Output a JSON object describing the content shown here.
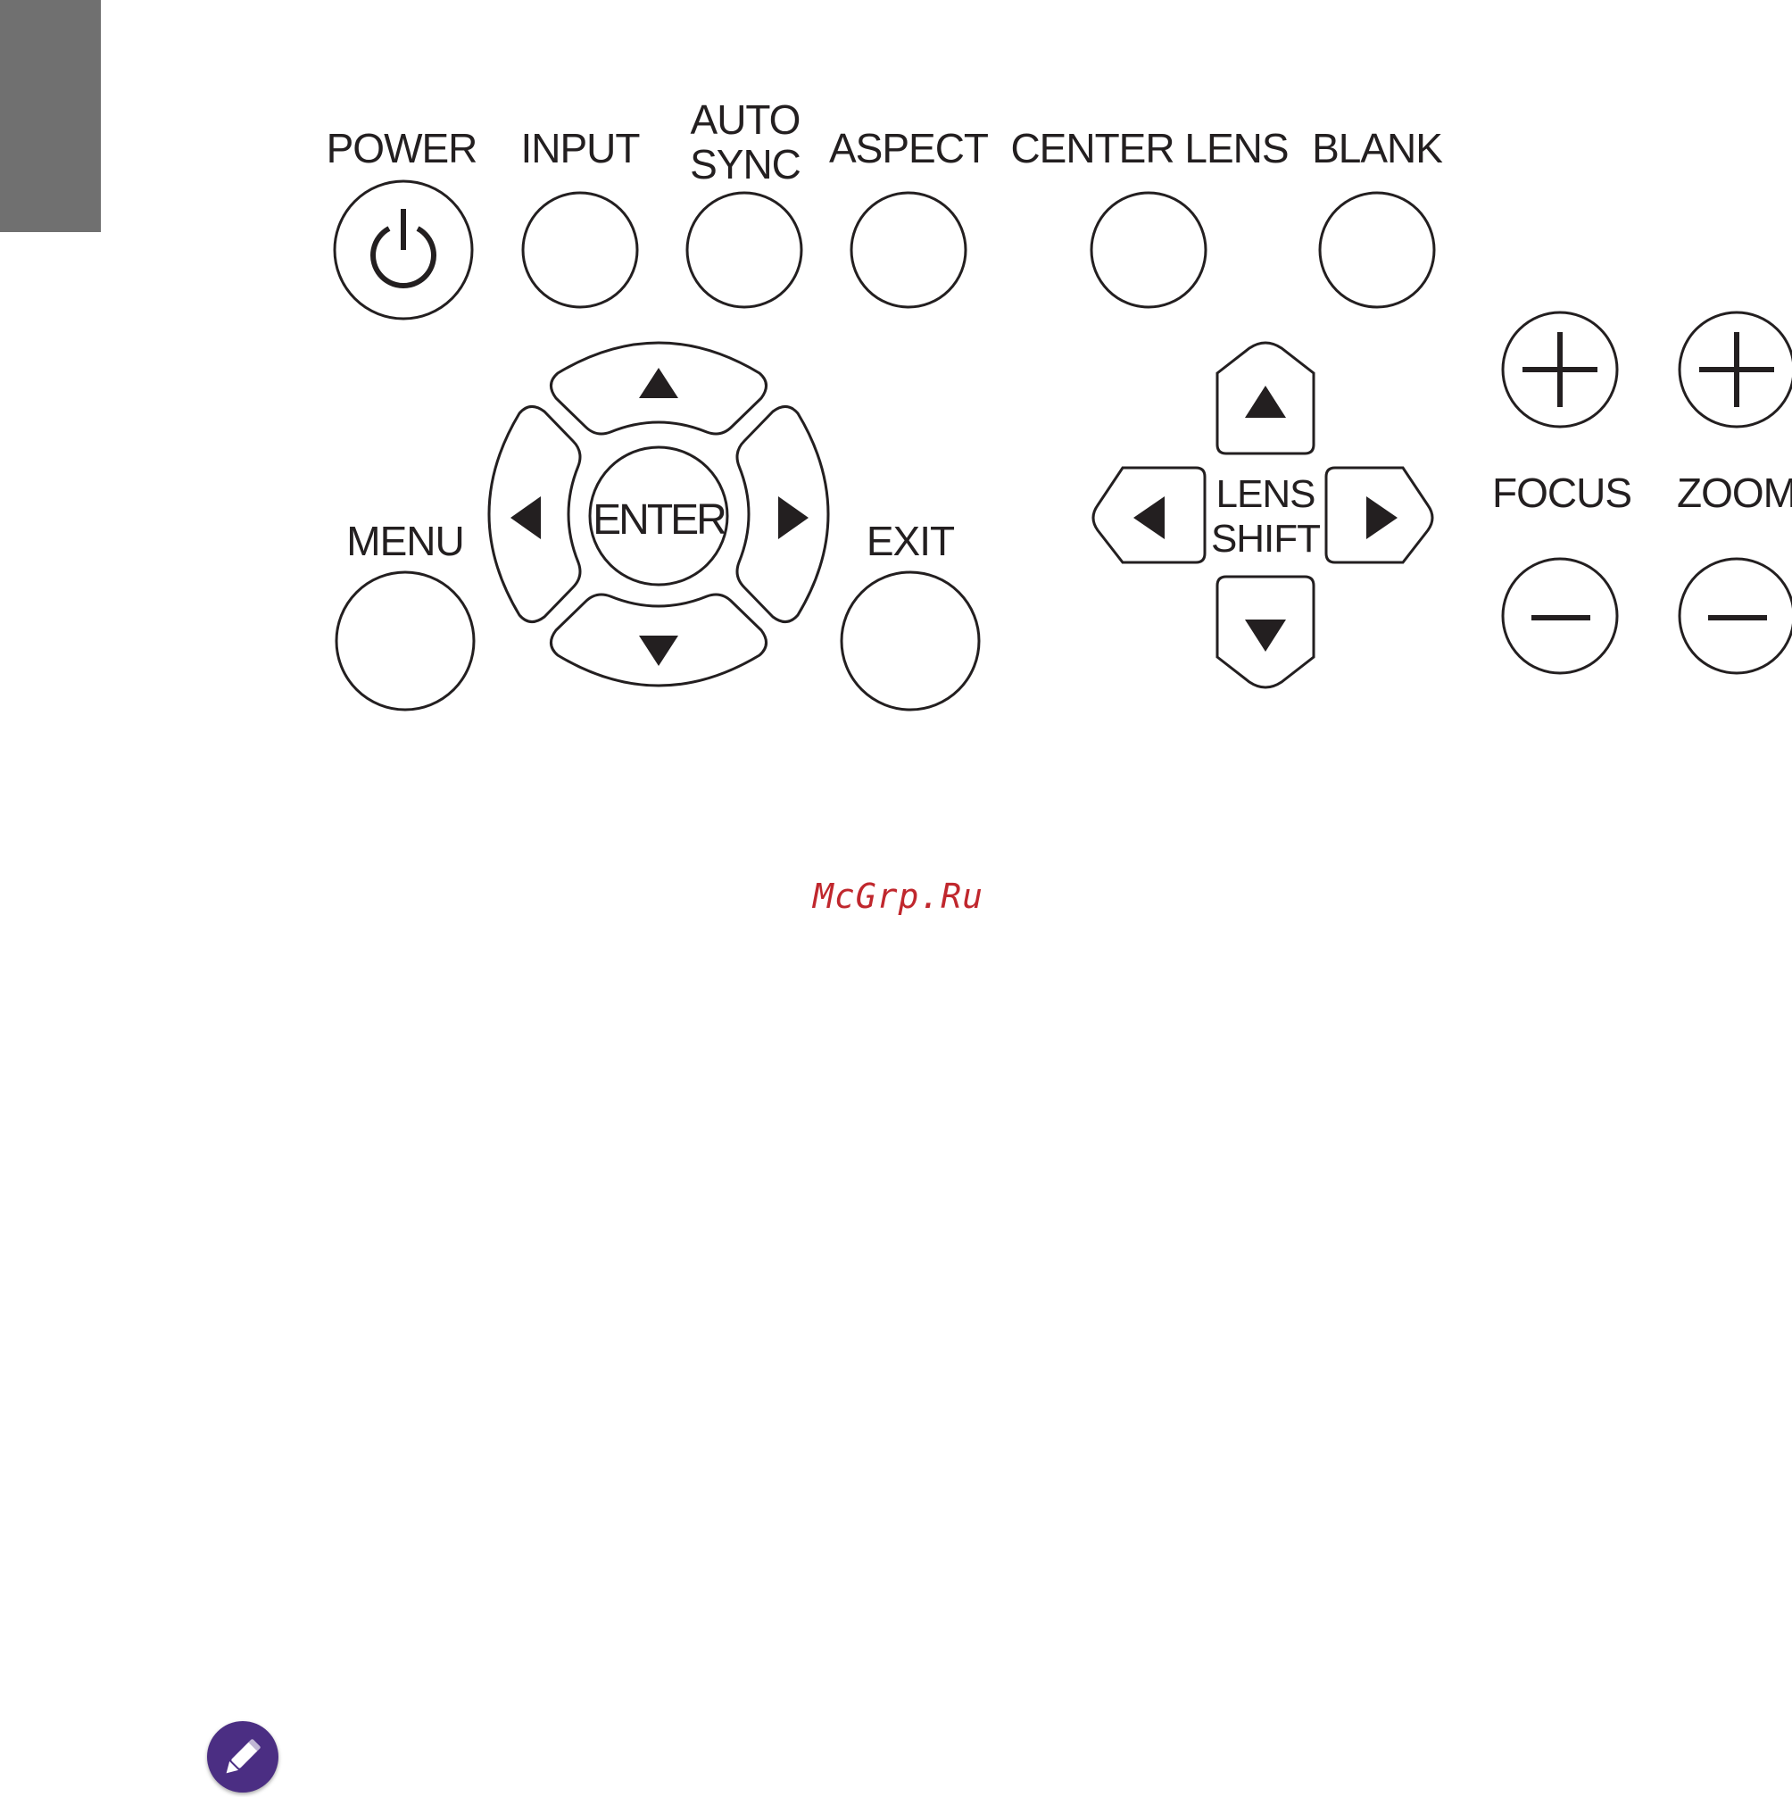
{
  "labels": {
    "power": "POWER",
    "input": "INPUT",
    "auto_sync_line1": "AUTO",
    "auto_sync_line2": "SYNC",
    "aspect": "ASPECT",
    "center_lens": "CENTER LENS",
    "blank": "BLANK",
    "menu": "MENU",
    "enter": "ENTER",
    "exit": "EXIT",
    "lens_shift_line1": "LENS",
    "lens_shift_line2": "SHIFT",
    "focus": "FOCUS",
    "zoom": "ZOOM"
  },
  "watermark": "McGrp.Ru",
  "icons": {
    "power": "power-icon",
    "arrows": "triangle-arrow-icon",
    "plus": "plus-icon",
    "minus": "minus-icon",
    "note": "pencil-icon"
  },
  "colors": {
    "ink": "#231f20",
    "side_tab": "#707070",
    "watermark": "#c0272d",
    "note_icon": "#4b2e83"
  }
}
